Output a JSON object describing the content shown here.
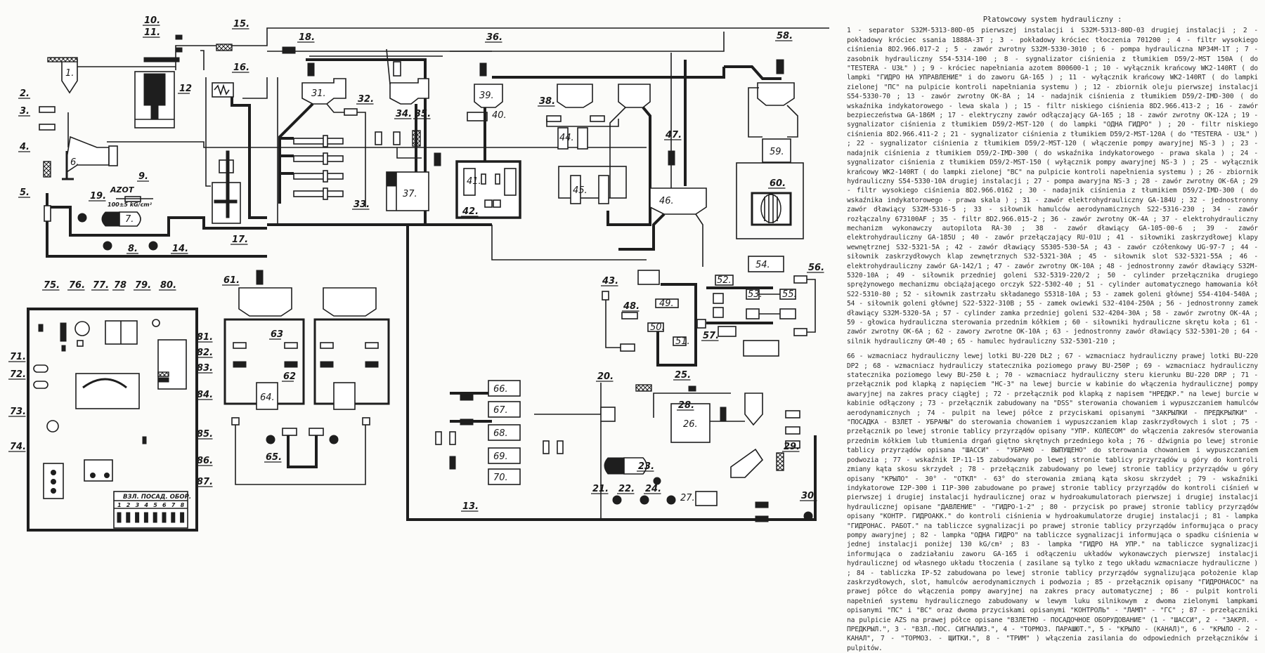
{
  "legend": {
    "title": "Płatowcowy system hydrauliczny :",
    "paragraph_1": "1 - separator S32M-5313-80D-05 pierwszej instalacji i S32M-5313-80D-03 drugiej instalacji ; 2 - pokładowy króciec ssania 1888A-3T ; 3 - pokładowy króciec tłoczenia 701200 ; 4 - filtr wysokiego ciśnienia 8D2.966.017-2 ; 5 - zawór zwrotny S32M-5330-3010 ; 6 - pompa hydrauliczna NP34M-1T ; 7 - zasobnik hydrauliczny S54-5314-100 ; 8 - sygnalizator ciśnienia z tłumikiem D59/2-MST 150A ( do \"TESTERA - U3Ł\" ) ; 9 - króciec napełniania azotem 800600-1 ; 10 - wyłącznik krańcowy WK2-140RT ( do lampki \"ГИДРО НА УПРАВЛЕНИЕ\" i do zaworu GA-165 ) ; 11 - wyłącznik krańcowy WK2-140RT ( do lampki zielonej \"ПС\" na pulpicie kontroli napełniania systemu ) ; 12 - zbiornik oleju pierwszej instalacji S54-5330-70 ; 13 - zawór zwrotny OK-8A ; 14 - nadajnik ciśnienia z tłumikiem D59/2-IMD-300 ( do wskaźnika indykatorowego - lewa skala ) ; 15 - filtr niskiego ciśnienia 8D2.966.413-2 ; 16 - zawór bezpieczeństwa GA-186M ; 17 - elektryczny zawór odłączający GA-165 ; 18 - zawór zwrotny OK-12A ; 19 - sygnalizator ciśnienia z tłumikiem D59/2-MST-120 ( do lampki \"ОДНА ГИДРО\" ) ; 20 - filtr niskiego ciśnienia 8D2.966.411-2 ; 21 - sygnalizator ciśnienia z tłumikiem D59/2-MST-120A ( do \"TESTERA - U3Ł\" ) ; 22 - sygnalizator ciśnienia z tłumikiem D59/2-MST-120 ( włączenie pompy awaryjnej NS-3 ) ; 23 - nadajnik ciśnienia z tłumikiem D59/2-IMD-300 ( do wskaźnika indykatorowego - prawa skala ) ; 24 - sygnalizator ciśnienia z tłumikiem D59/2-MST-150 ( wyłącznik pompy awaryjnej NS-3 ) ; 25 - wyłącznik krańcowy WK2-140RT ( do lampki zielonej \"ВС\" na pulpicie kontroli napełnienia systemu ) ; 26 - zbiornik hydrauliczny S54-5330-10A drugiej instalacji ; 27 - pompa awaryjna NS-3 ; 28 - zawór zwrotny OK-6A ; 29 - filtr wysokiego ciśnienia 8D2.966.0162 ; 30 - nadajnik ciśnienia z tłumikiem D59/2-IMD-300 ( do wskaźnika indykatorowego - prawa skala ) ; 31 - zawór elektrohydrauliczny GA-184U ; 32 - jednostronny zawór dławiący S32M-5316-5 ; 33 - siłownik hamulców aerodynamicznych S22-5316-230 ; 34 - zawór rozłączalny 673100AF ; 35 - filtr 8D2.966.015-2 ; 36 - zawór zwrotny OK-4A ; 37 - elektrohydrauliczny mechanizm wykonawczy autopilota RA-30 ; 38 - zawór dławiący GA-105-00-6 ; 39 - zawór elektrohydrauliczny GA-185U ; 40 - zawór przełączający RU-01U ; 41 - siłowniki zaskrzydłowej klapy wewnętrznej S32-5321-5A ; 42 - zawór dławiący S5305-530-5A ; 43 - zawór czółenkowy UG-97-7 ; 44 - siłownik zaskrzydłowych klap zewnętrznych S32-5321-30A ; 45 - siłownik slot S32-5321-55A ; 46 - elektrohydrauliczny zawór GA-142/1 ; 47 - zawór zwrotny OK-10A ; 48 - jednostronny zawór dławiący S32M-5320-10A ; 49 - siłownik przedniej goleni S32-5319-220/2 ; 50 - cylinder przełącznika drugiego sprężynowego mechanizmu obciążającego orczyk S22-5302-40 ; 51 - cylinder automatycznego hamowania kół S22-5310-80 ; 52 - siłownik zastrzału składanego S5318-10A ; 53 - zamek goleni głównej S54-4104-540A ; 54 - siłownik goleni głównej S22-5322-310B ; 55 - zamek owiewki S32-4104-250A ; 56 - jednostronny zamek dławiący S32M-5320-5A ; 57 - cylinder zamka przedniej goleni S32-4204-30A ; 58 - zawór zwrotny OK-4A ; 59 - głowica hydrauliczna sterowania przednim kółkiem ; 60 - siłowniki hydrauliczne skrętu koła ; 61 - zawór zwrotny OK-6A ; 62 - zawory zwrotne OK-10A ; 63 - jednostronny zawór dławiący S32-5301-20 ; 64 - silnik hydrauliczny GM-40 ; 65 - hamulec hydrauliczny S32-5301-210 ;",
    "paragraph_2": "66 - wzmacniacz hydrauliczny lewej lotki BU-220 DŁ2 ; 67 - wzmacniacz hydrauliczny prawej lotki BU-220 DP2 ; 68 - wzmacniacz hydrauliczy statecznika poziomego prawy BU-250P ; 69 - wzmacniacz hydrauliczny statecznika poziomego lewy BU-250 Ł ; 70 - wzmacniacz hydrauliczny steru kierunku BU-220 DRP ; 71 - przełącznik pod klapką z napięciem \"HC-3\" na lewej burcie w kabinie do włączenia hydraulicznej pompy awaryjnej na zakres pracy ciągłej ; 72 - przełącznik pod klapką z napisem \"НРЕДКР.\" na lewej burcie w kabinie odłączony ; 73 - przełącznik zabudowany na \"DSS\" sterowania chowaniem i wypuszczaniem hamulców aerodynamicznych ; 74 - pulpit na lewej półce z przyciskami opisanymi \"ЗАКРЫЛКИ - ПРЕДКРЫЛКИ\" - \"ПОСАДКА - ВЗЛЕТ - УБРАНЫ\" do sterowania chowaniem i wypuszczaniem klap zaskrzydłowych i slot ; 75 - przełącznik po lewej stronie tablicy przyrządów opisany \"УПР. КОЛЕСОМ\" do włączenia zakresów sterowania przednim kółkiem lub tłumienia drgań giętno skrętnych przedniego koła ; 76 - dźwignia po lewej stronie tablicy przyrządów opisana \"ШАССИ\" - \"УБРАНО - ВЫПУЩЕНО\" do sterowania chowaniem i wypuszczaniem podwozia ; 77 - wskaźnik IP-11-15 zabudowany po lewej stronie tablicy przyrządów u góry do kontroli zmiany kąta skosu skrzydeł ; 78 - przełącznik zabudowany po lewej stronie tablicy przyrządów u góry opisany \"КРЫЛО\" - 30° - \"ОТКЛ\" - 63° do sterowania zmianą kąta skosu skrzydeł ; 79 - wskaźniki indykatorowe I2P-300 i I1P-300 zabudowane po prawej stronie tablicy przyrządów do kontroli ciśnień w pierwszej i drugiej instalacji hydraulicznej oraz w hydroakumulatorach pierwszej i drugiej instalacji hydraulicznej opisane \"ДАВЛЕНИЕ\" - \"ГИДРО-1-2\" ; 80 - przycisk po prawej stronie tablicy przyrządów opisany \"КОНТР. ГИДРОАКК.\" do kontroli ciśnienia w hydroakumulatorze drugiej instalacji ; 81 - lampka \"ГИДРОНАС. РАБОТ.\" na tabliczce sygnalizacji po prawej stronie tablicy przyrządów informująca o pracy pompy awaryjnej ; 82 - lampka \"ОДНА ГИДРО\" na tabliczce sygnalizacji informująca o spadku ciśnienia w jednej instalacji poniżej 130 kG/cm² ; 83 - lampka \"ГИДРО НА УПР.\" na tabliczce sygnalizacji informująca o zadziałaniu zaworu GA-165 i odłączeniu układów wykonawczych pierwszej instalacji hydraulicznej od własnego układu tłoczenia ( zasilane są tylko z tego układu wzmacniacze hydrauliczne ) ; 84 - tabliczka IP-52 zabudowana po lewej stronie tablicy przyrządów sygnalizująca położenie klap zaskrzydłowych, slot, hamulców aerodynamicznych i podwozia ; 85 - przełącznik opisany \"ГИДРОНАСОС\" na prawej półce do włączenia pompy awaryjnej na zakres pracy automatycznej ; 86 - pulpit kontroli napełnień systemu hydraulicznego zabudowany w lewym luku silnikowym z dwoma zielonymi lampkami opisanymi \"ПС\" i \"ВС\" oraz dwoma przyciskami opisanymi \"КОНТРОЛЬ\" - \"ЛАМП\" - \"ГС\" ; 87 - przełączniki na pulpicie AZS na prawej półce opisane \"ВЗЛЕТНО - ПОСАДОЧНОЕ ОБОРУДОВАНИЕ\" (1 - \"ШАССИ\", 2 - \"ЗАКРЛ. - ПРЕДКРЫЛ.\", 3 - \"ВЗЛ.-ПОС. СИГНАЛИЗ.\", 4 - \"ТОРМОЗ. ПАРАШЮТ.\", 5 - \"КРЫЛО - (КАНАЛ)\", 6 - \"КРЫЛО - 2 - КАНАЛ\", 7 - \"ТОРМОЗ. - ЩИТКИ.\", 8 - \"ТРИМ\" ) włączenia zasilania do odpowiednich przełączników i pulpitów."
  },
  "diagram": {
    "component_labels_top_left": [
      "1.",
      "2.",
      "3.",
      "4.",
      "5.",
      "6.",
      "7.",
      "8.",
      "9.",
      "10.",
      "11.",
      "12",
      "14.",
      "15.",
      "16.",
      "17.",
      "18.",
      "19."
    ],
    "nitrogen_label": "AZOT",
    "nitrogen_pressure": "100±5 kG/cm²",
    "labels": {
      "c1": "1.",
      "c2": "2.",
      "c3": "3.",
      "c4": "4.",
      "c5": "5.",
      "c6": "6.",
      "c7": "7.",
      "c8": "8.",
      "c9": "9.",
      "c10": "10.",
      "c11": "11.",
      "c12": "12",
      "c13": "13.",
      "c14": "14.",
      "c15": "15.",
      "c16": "16.",
      "c17": "17.",
      "c18": "18.",
      "c19": "19.",
      "c20": "20.",
      "c21": "21.",
      "c22": "22.",
      "c23": "23.",
      "c24": "24.",
      "c25": "25.",
      "c26": "26.",
      "c27": "27.",
      "c28": "28.",
      "c29": "29.",
      "c30": "30.",
      "c31": "31.",
      "c32": "32.",
      "c33": "33.",
      "c34": "34.",
      "c35": "35.",
      "c36": "36.",
      "c37": "37.",
      "c38": "38.",
      "c39": "39.",
      "c40": "40.",
      "c41": "41.",
      "c42": "42.",
      "c43": "43.",
      "c44": "44.",
      "c45": "45.",
      "c46": "46.",
      "c47": "47.",
      "c48": "48.",
      "c49": "49.",
      "c50": "50.",
      "c51": "51.",
      "c52": "52.",
      "c53": "53.",
      "c54": "54.",
      "c55": "55.",
      "c56": "56.",
      "c57": "57.",
      "c58": "58.",
      "c59": "59.",
      "c60": "60.",
      "c61": "61.",
      "c62": "62",
      "c63": "63",
      "c64": "64.",
      "c65": "65.",
      "c66": "66.",
      "c67": "67.",
      "c68": "68.",
      "c69": "69.",
      "c70": "70.",
      "c71": "71.",
      "c72": "72.",
      "c73": "73.",
      "c74": "74.",
      "c75": "75.",
      "c76": "76.",
      "c77": "77.",
      "c78": "78",
      "c79": "79.",
      "c80": "80.",
      "c81": "81.",
      "c82": "82.",
      "c83": "83.",
      "c84": "84.",
      "c85": "85.",
      "c86": "86.",
      "c87": "87."
    },
    "azs_panel": {
      "header": "ВЗЛ. ПОСАД. ОБОР.",
      "switches": [
        "1",
        "2",
        "3",
        "4",
        "5",
        "6",
        "7",
        "8"
      ]
    }
  }
}
